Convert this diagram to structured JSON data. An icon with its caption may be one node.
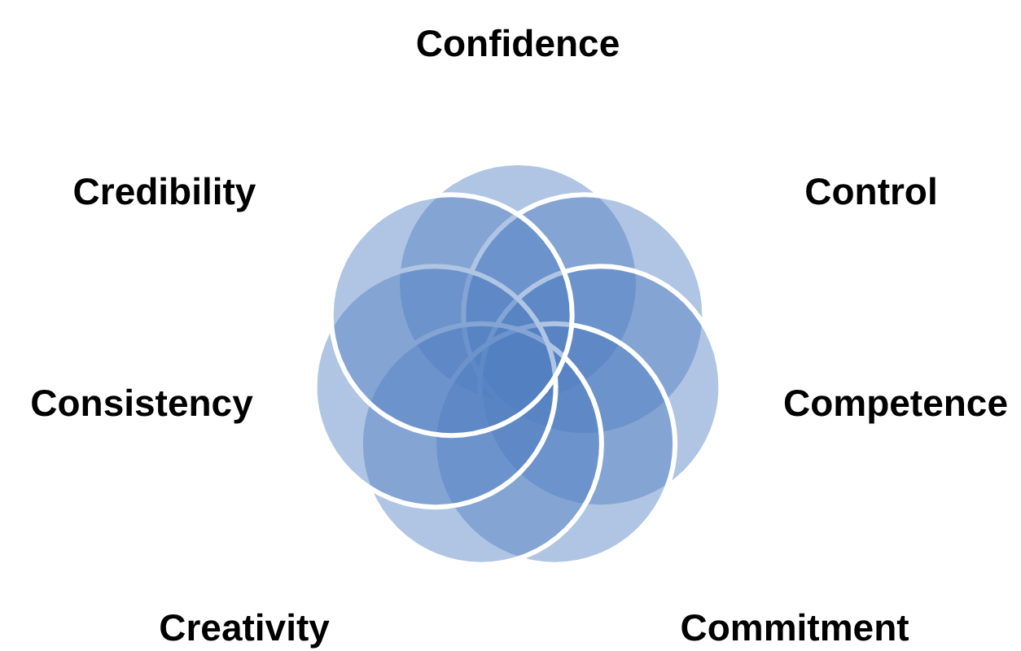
{
  "diagram": {
    "labels": [
      "Confidence",
      "Credibility",
      "Control",
      "Consistency",
      "Competence",
      "Creativity",
      "Commitment"
    ]
  }
}
